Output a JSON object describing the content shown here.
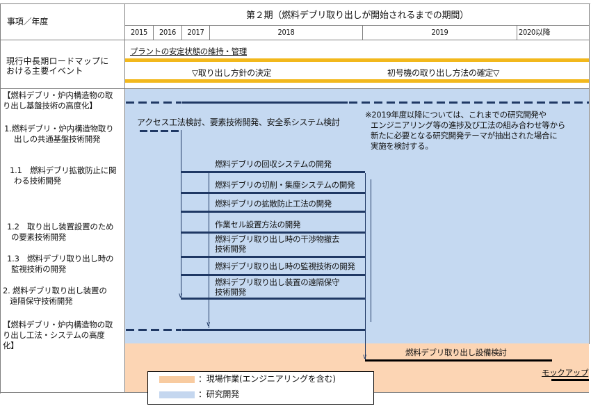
{
  "header": {
    "row_label": "事項／年度",
    "period_title": "第２期（燃料デブリ取り出しが開始されるまでの期間）",
    "years": [
      "2015",
      "2016",
      "2017",
      "2018",
      "2019",
      "2020以降"
    ]
  },
  "roadmap_row": {
    "label_line1": "現行中長期ロードマップに",
    "label_line2": "おける主要イベント",
    "event_plant": "プラントの安定状態の維持・管理",
    "event_policy": "▽取り出し方針の決定",
    "event_first_unit": "初号機の取り出し方法の確定▽"
  },
  "left_labels": {
    "section1_line1": "【燃料デブリ・炉内構造物の取",
    "section1_line2": "り出し基盤技術の高度化】",
    "item1_line1": "1.燃料デブリ・炉内構造物取り",
    "item1_line2": "出しの共通基盤技術開発",
    "item1_1_line1": "1.1　燃料デブリ拡散防止に関",
    "item1_1_line2": "わる技術開発",
    "item1_2_line1": "1.2　取り出し装置設置のため",
    "item1_2_line2": "の要素技術開発",
    "item1_3_line1": "1.3　燃料デブリ取り出し時の",
    "item1_3_line2": "監視技術の開発",
    "item2_line1": "2. 燃料デブリ取り出し装置の",
    "item2_line2": "遠隔保守技術開発",
    "section2_line1": "【燃料デブリ・炉内構造物の取",
    "section2_line2": "り出し工法・システムの高度",
    "section2_line3": "化】"
  },
  "chart_tasks": {
    "access": "アクセス工法検討、要素技術開発、安全系システム検討",
    "recovery": "燃料デブリの回収システムの開発",
    "cutting": "燃料デブリの切削・集塵システムの開発",
    "diffusion": "燃料デブリの拡散防止工法の開発",
    "workcell": "作業セル設置方法の開発",
    "interference_line1": "燃料デブリ取り出し時の干渉物撤去",
    "interference_line2": "技術開発",
    "monitoring": "燃料デブリ取り出し時の監視技術の開発",
    "remote_line1": "燃料デブリ取り出し装置の遠隔保守",
    "remote_line2": "技術開発",
    "equipment": "燃料デブリ取り出し設備検討",
    "mockup": "モックアップ"
  },
  "note": {
    "line1": "※2019年度以降については、これまでの研究開発や",
    "line2": "エンジニアリング等の進捗及び工法の組み合わせ等から",
    "line3": "新たに必要となる研究開発テーマが抽出された場合に",
    "line4": "実施を検討する。"
  },
  "legend": {
    "field_work": "：現場作業(エンジニアリングを含む)",
    "research": "：研究開発",
    "field_color": "#f8cba0",
    "research_color": "#c5d7ef"
  },
  "colors": {
    "research_bg": "#c5d9f1",
    "field_bg": "#fcd5b4",
    "milestone_gold": "#f2b81c",
    "bar_navy": "#1f3864"
  }
}
